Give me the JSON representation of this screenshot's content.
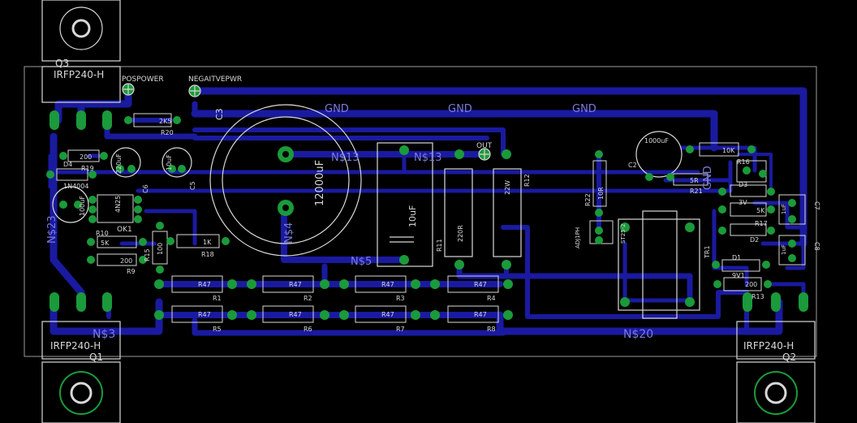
{
  "transistors": {
    "q3": {
      "name": "Q3",
      "value": "IRFP240-H"
    },
    "q1": {
      "name": "Q1",
      "value": "IRFP240-H"
    },
    "q2": {
      "name": "Q2",
      "value": "IRFP240-H"
    }
  },
  "pads": {
    "pospower": "POSPOWER",
    "negpower": "NEGAITVEPWR",
    "out": "OUT"
  },
  "nets": {
    "gnd": "GND",
    "n13": "N$13",
    "n4": "N$4",
    "n5": "N$5",
    "n23": "N$23",
    "n3": "N$3",
    "n20": "N$20"
  },
  "parts": {
    "c3": "C3",
    "c3_value": "12000uF",
    "c_mid_value": "10uF",
    "c_a": "220uF",
    "c_b": "10uF",
    "c5": "C5",
    "c6": "C6",
    "r20": "R20",
    "r20_value": "2K5",
    "r19": "R19",
    "r19_value": "200",
    "d4": "D4",
    "d4_value": "1N4004",
    "c_left_value": "100uF",
    "ok1": "OK1",
    "ok1_value": "4N25",
    "r10": "R10",
    "r10_value": "5K",
    "r9": "R9",
    "r9_value": "200",
    "r15": "R15",
    "r15_value": "100",
    "r18": "R18",
    "r18_value": "1K",
    "r11": "R11",
    "r11_value": "220R",
    "r12": "R12",
    "r12_value": "22W",
    "r22": "R22",
    "r22_value": "10R",
    "led": "ADJ1PH",
    "trimmer": "ST25-2",
    "tr1": "TR1",
    "c2": "C2",
    "c2_value": "1000uF",
    "r_10k": "10K",
    "r16": "R16",
    "r21": "R21",
    "r21_value": "5R",
    "d3": "D3",
    "d3_value": "3V",
    "r_5k": "5K",
    "r17": "R17",
    "d2": "D2",
    "c7": "C7",
    "c8": "C8",
    "c_uf": "1uF",
    "d1": "D1",
    "d1_value": "9V1",
    "r13": "R13",
    "r13_value": "200",
    "r_h": "R47",
    "r1": "R1",
    "r2": "R2",
    "r3": "R3",
    "r4": "R4",
    "r5": "R5",
    "r6": "R6",
    "r7": "R7",
    "r8": "R8"
  },
  "colors": {
    "trace": "#1a1aa0",
    "pad": "#1a9a3a",
    "silk": "#d8d8d8",
    "outline": "#9a9a9a",
    "bg": "#000000"
  }
}
